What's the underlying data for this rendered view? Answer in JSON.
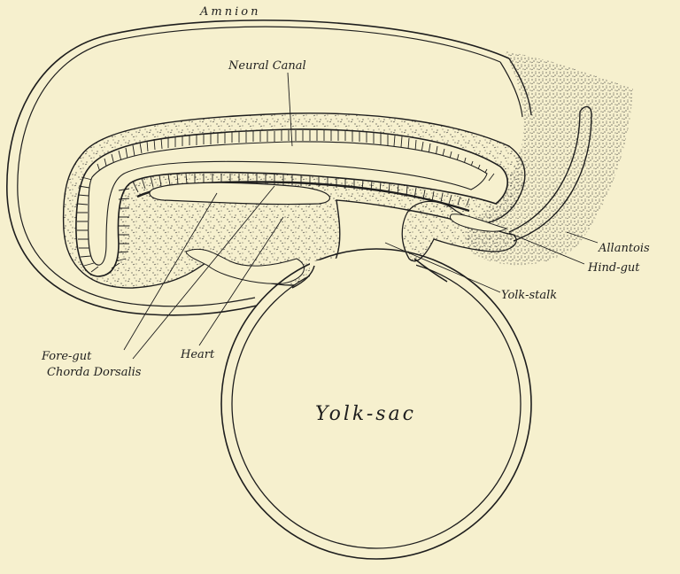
{
  "figure": {
    "labels": {
      "amnion": "Amnion",
      "neural_canal": "Neural Canal",
      "allantois": "Allantois",
      "hind_gut": "Hind-gut",
      "yolk_stalk": "Yolk-stalk",
      "fore_gut": "Fore-gut",
      "chorda_dorsalis": "Chorda Dorsalis",
      "heart": "Heart",
      "yolk_sac": "Yolk-sac"
    },
    "colors": {
      "paper": "#f6f0ce",
      "ink": "#1e1e1e"
    }
  }
}
